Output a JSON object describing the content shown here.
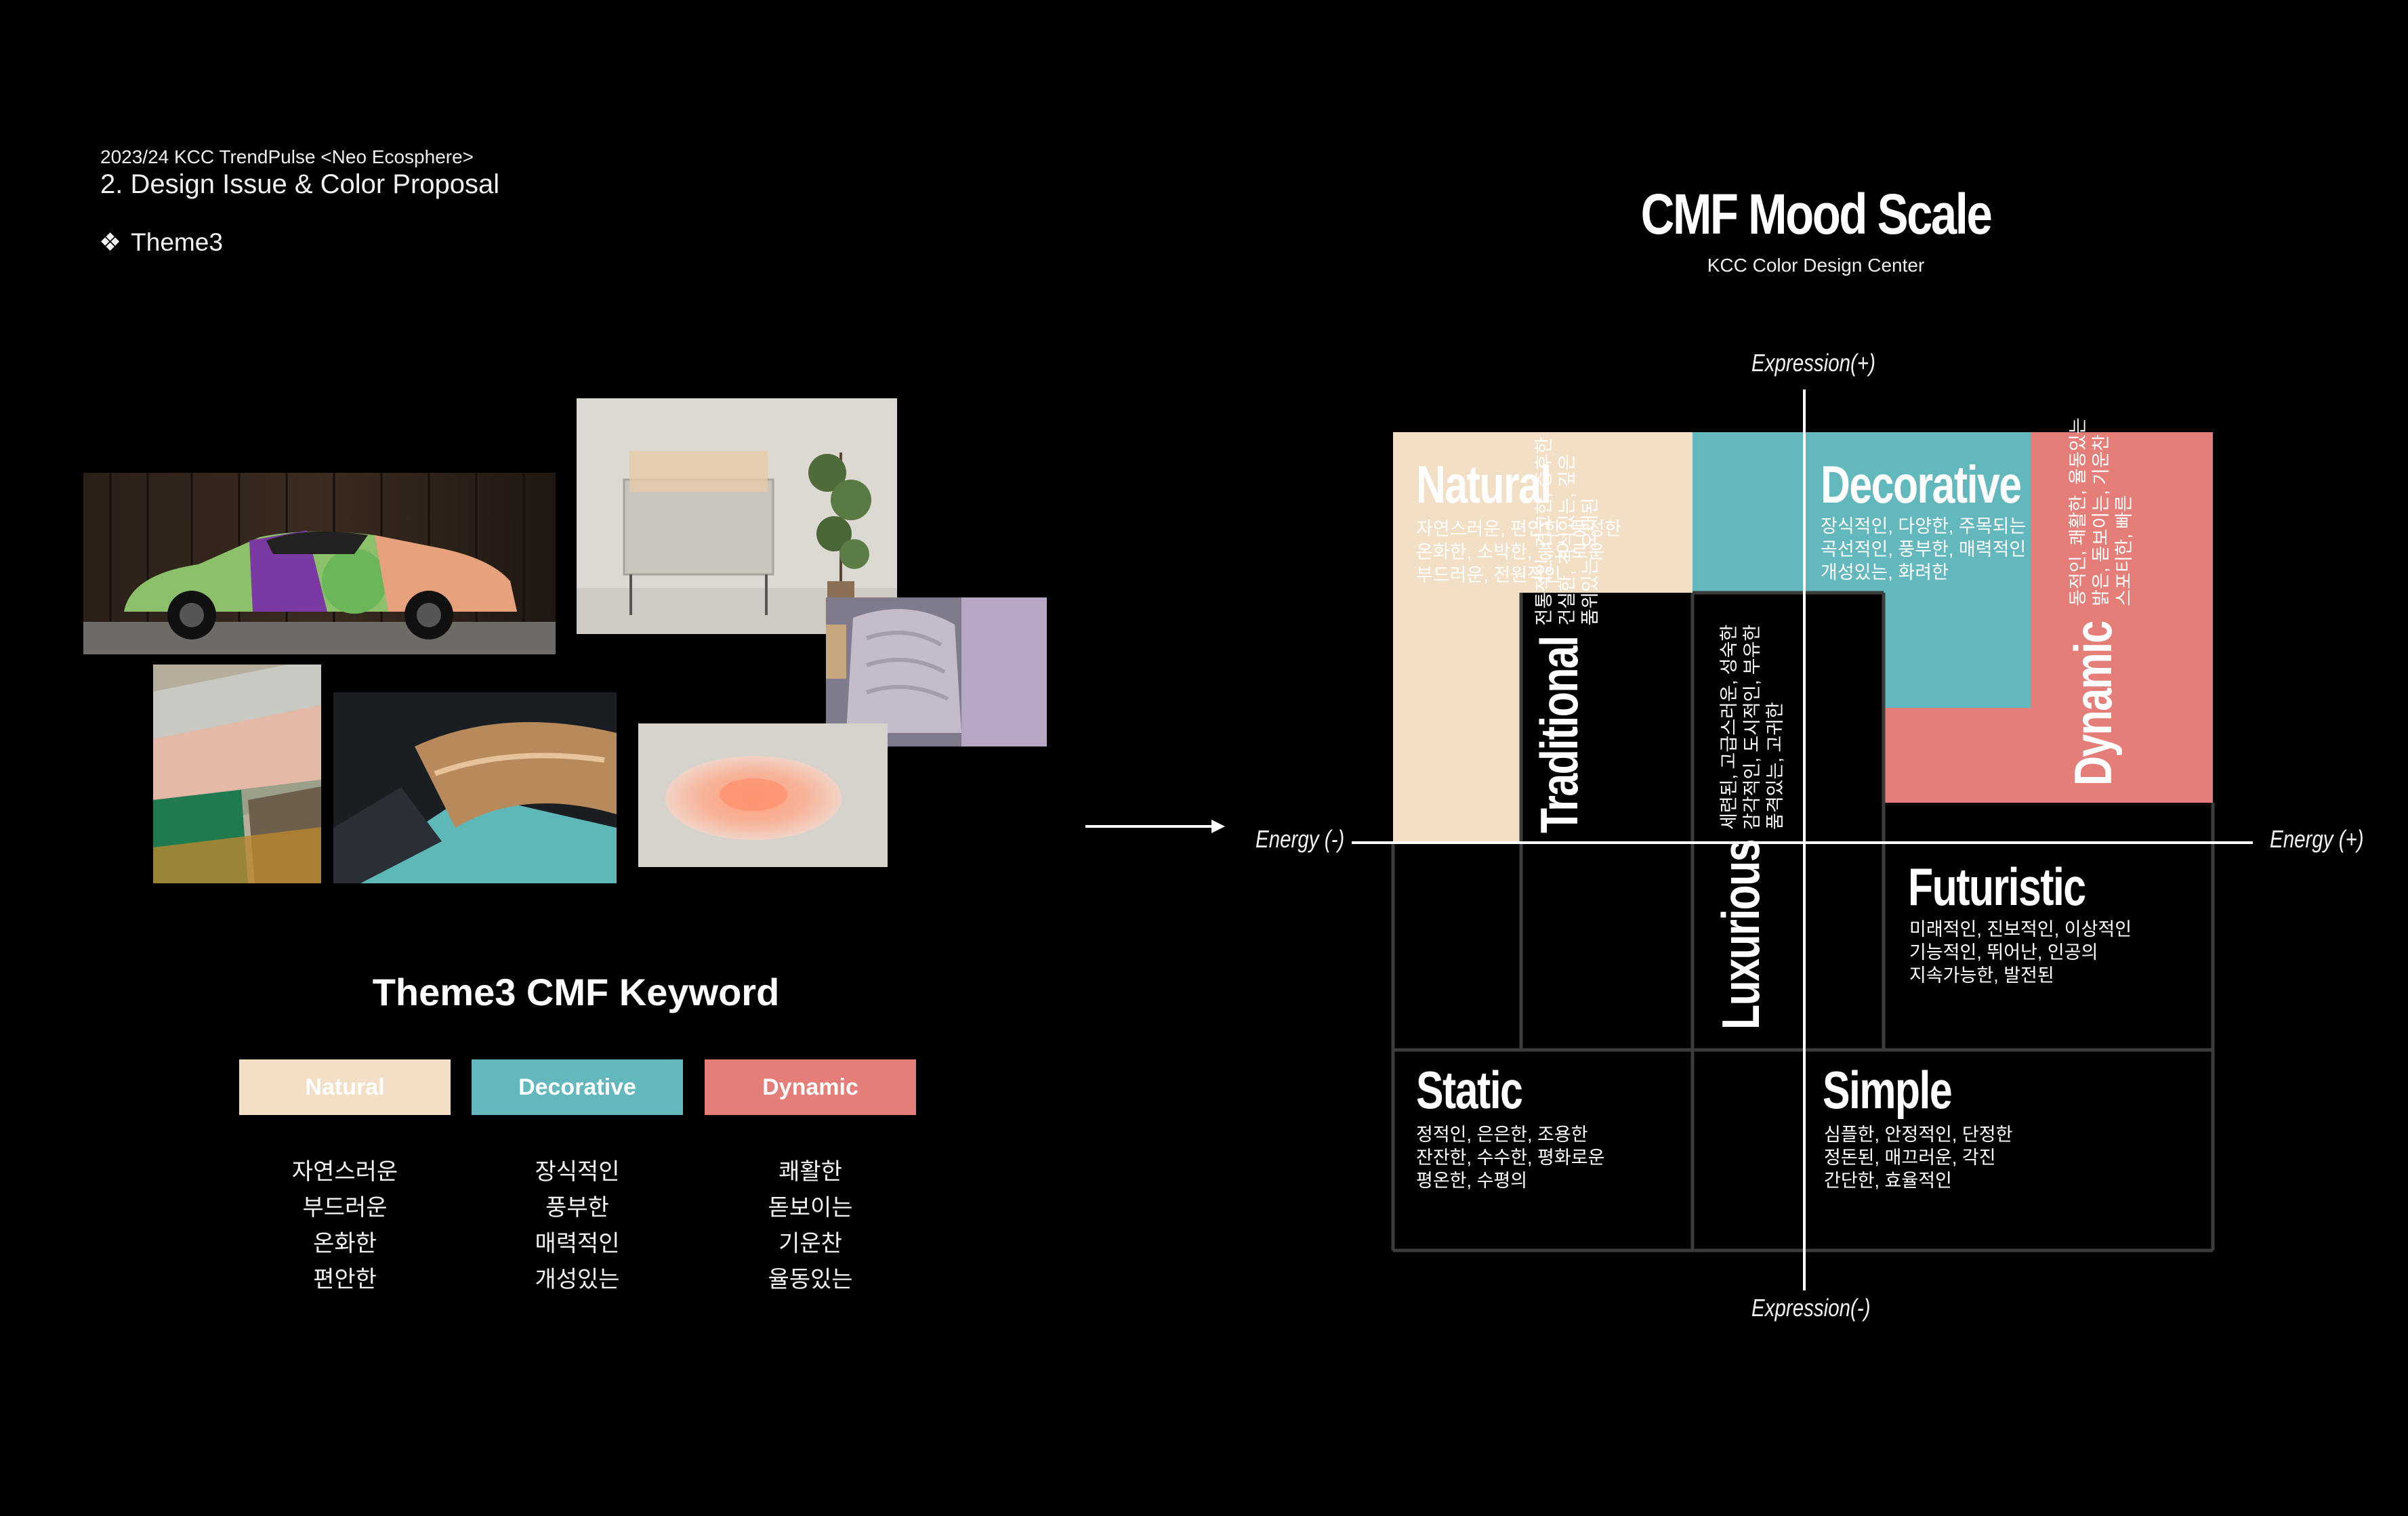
{
  "header": {
    "supertitle": "2023/24 KCC TrendPulse <Neo Ecosphere>",
    "section": "2. Design Issue & Color Proposal",
    "theme_label": "Theme3",
    "theme_bullet": "❖"
  },
  "keyword": {
    "title": "Theme3 CMF Keyword",
    "columns": [
      {
        "label": "Natural",
        "color": "#f3dfc6",
        "words": [
          "자연스러운",
          "부드러운",
          "온화한",
          "편안한"
        ]
      },
      {
        "label": "Decorative",
        "color": "#62b8bd",
        "words": [
          "장식적인",
          "풍부한",
          "매력적인",
          "개성있는"
        ]
      },
      {
        "label": "Dynamic",
        "color": "#e57e78",
        "words": [
          "쾌활한",
          "돋보이는",
          "기운찬",
          "율동있는"
        ]
      }
    ]
  },
  "mood_scale": {
    "title": "CMF Mood Scale",
    "subtitle": "KCC Color Design Center",
    "axes": {
      "top": "Expression(+)",
      "bottom": "Expression(-)",
      "left": "Energy (-)",
      "right": "Energy (+)"
    },
    "cells": {
      "natural": {
        "title": "Natural",
        "desc": [
          "자연스러운, 편안한, 풍성한",
          "온화한, 소박한, 풍요로운",
          "부드러운, 전원적인"
        ],
        "color": "#f3dfc6"
      },
      "decorative": {
        "title": "Decorative",
        "desc": [
          "장식적인, 다양한, 주목되는",
          "곡선적인, 풍부한, 매력적인",
          "개성있는, 화려한"
        ],
        "color": "#62b8bd"
      },
      "dynamic": {
        "title": "Dynamic",
        "desc": [
          "동적인, 쾌활한, 율동있는",
          "밝은, 돋보이는, 기운찬",
          "스포티한, 빠른"
        ],
        "color": "#e57e78"
      },
      "traditional": {
        "title": "Traditional",
        "desc": [
          "전통적인, 견고한, 중후한",
          "건실한, 격식있는, 깊은",
          "품위있는, 오래된"
        ]
      },
      "luxurious": {
        "title": "Luxurious",
        "desc": [
          "세련된, 고급스러운, 성숙한",
          "감각적인, 도시적인, 부유한",
          "품격있는, 고귀한"
        ]
      },
      "futuristic": {
        "title": "Futuristic",
        "desc": [
          "미래적인, 진보적인, 이상적인",
          "기능적인, 뛰어난, 인공의",
          "지속가능한, 발전된"
        ]
      },
      "static": {
        "title": "Static",
        "desc": [
          "정적인, 은은한, 조용한",
          "잔잔한, 수수한, 평화로운",
          "평온한, 수평의"
        ]
      },
      "simple": {
        "title": "Simple",
        "desc": [
          "심플한, 안정적인, 단정한",
          "정돈된, 매끄러운, 각진",
          "간단한, 효율적인"
        ]
      }
    }
  },
  "colors": {
    "background": "#000000",
    "grid_line": "#3c3c3c",
    "axis": "#ffffff"
  }
}
